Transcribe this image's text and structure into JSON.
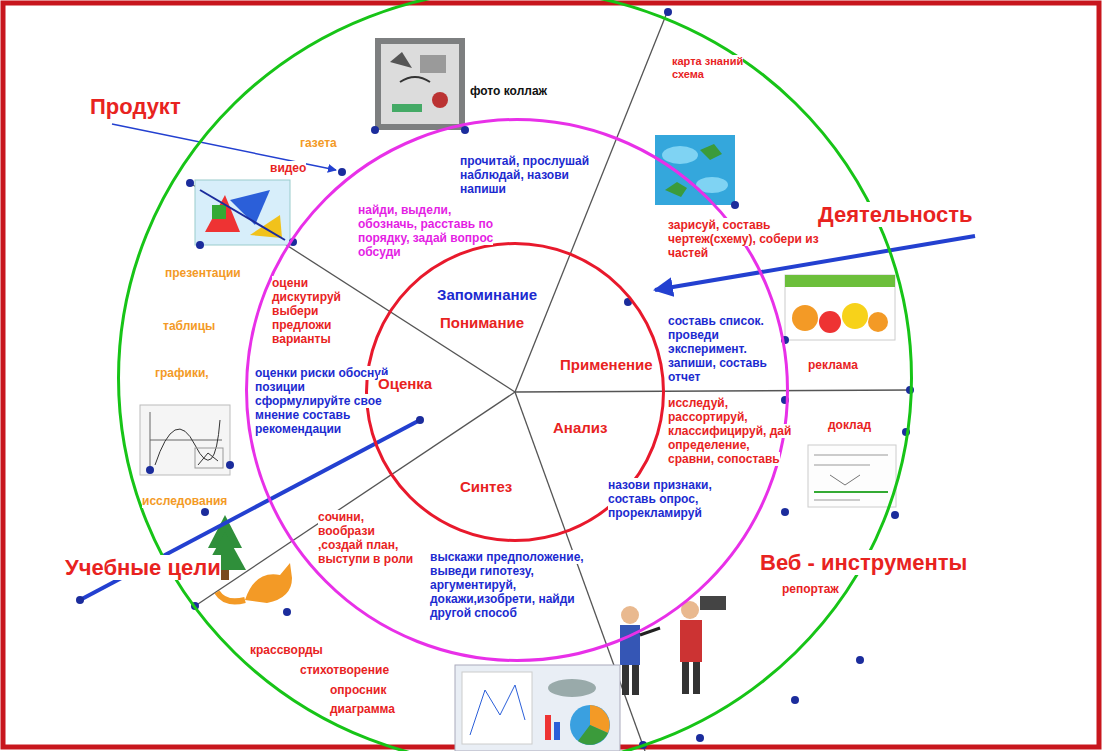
{
  "diagram": {
    "nodes": [
      {
        "text": [
          "газета",
          "фото коллаж",
          "карта знаний схема",
          "видео",
          "презентации",
          "таблицы",
          "графики,",
          "исследования",
          "реклама",
          "доклад",
          "репортаж",
          "крассворды",
          "стихотворение",
          "опросник",
          "диаграмма"
        ]
      },
      {
        "text": [
          "прочитай, прослушай наблюдай, назови напиши",
          "найди, выдели, обозначь, расставь по порядку, задай вопрос обсуди",
          "зарисуй, составь чертеж(схему), собери из частей",
          "составь список. проведи эксперимент. запиши, составь отчет",
          "исследуй, рассортируй, классифицируй, дай определение, сравни, сопоставь",
          "назови признаки, составь опрос, прорекламируй",
          "выскажи предположение, выведи гипотезу, аргументируй, докажи,изобрети, найди другой способ",
          "сочини, вообрази ,создай план, выступи в роли",
          "оцени дискутируй выбери предложи варианты",
          "оценки риски обоснуй позиции сформулируйте свое мнение составь рекомендации"
        ],
        "in": 0
      },
      {
        "text": [
          "Запоминание",
          "Понимание",
          "Применение",
          "Анализ",
          "Синтез",
          "Оценка"
        ],
        "in": 1
      }
    ],
    "labels": [
      "Продукт",
      "Деятельность",
      "Учебные цели",
      "Веб - инструменты"
    ]
  }
}
